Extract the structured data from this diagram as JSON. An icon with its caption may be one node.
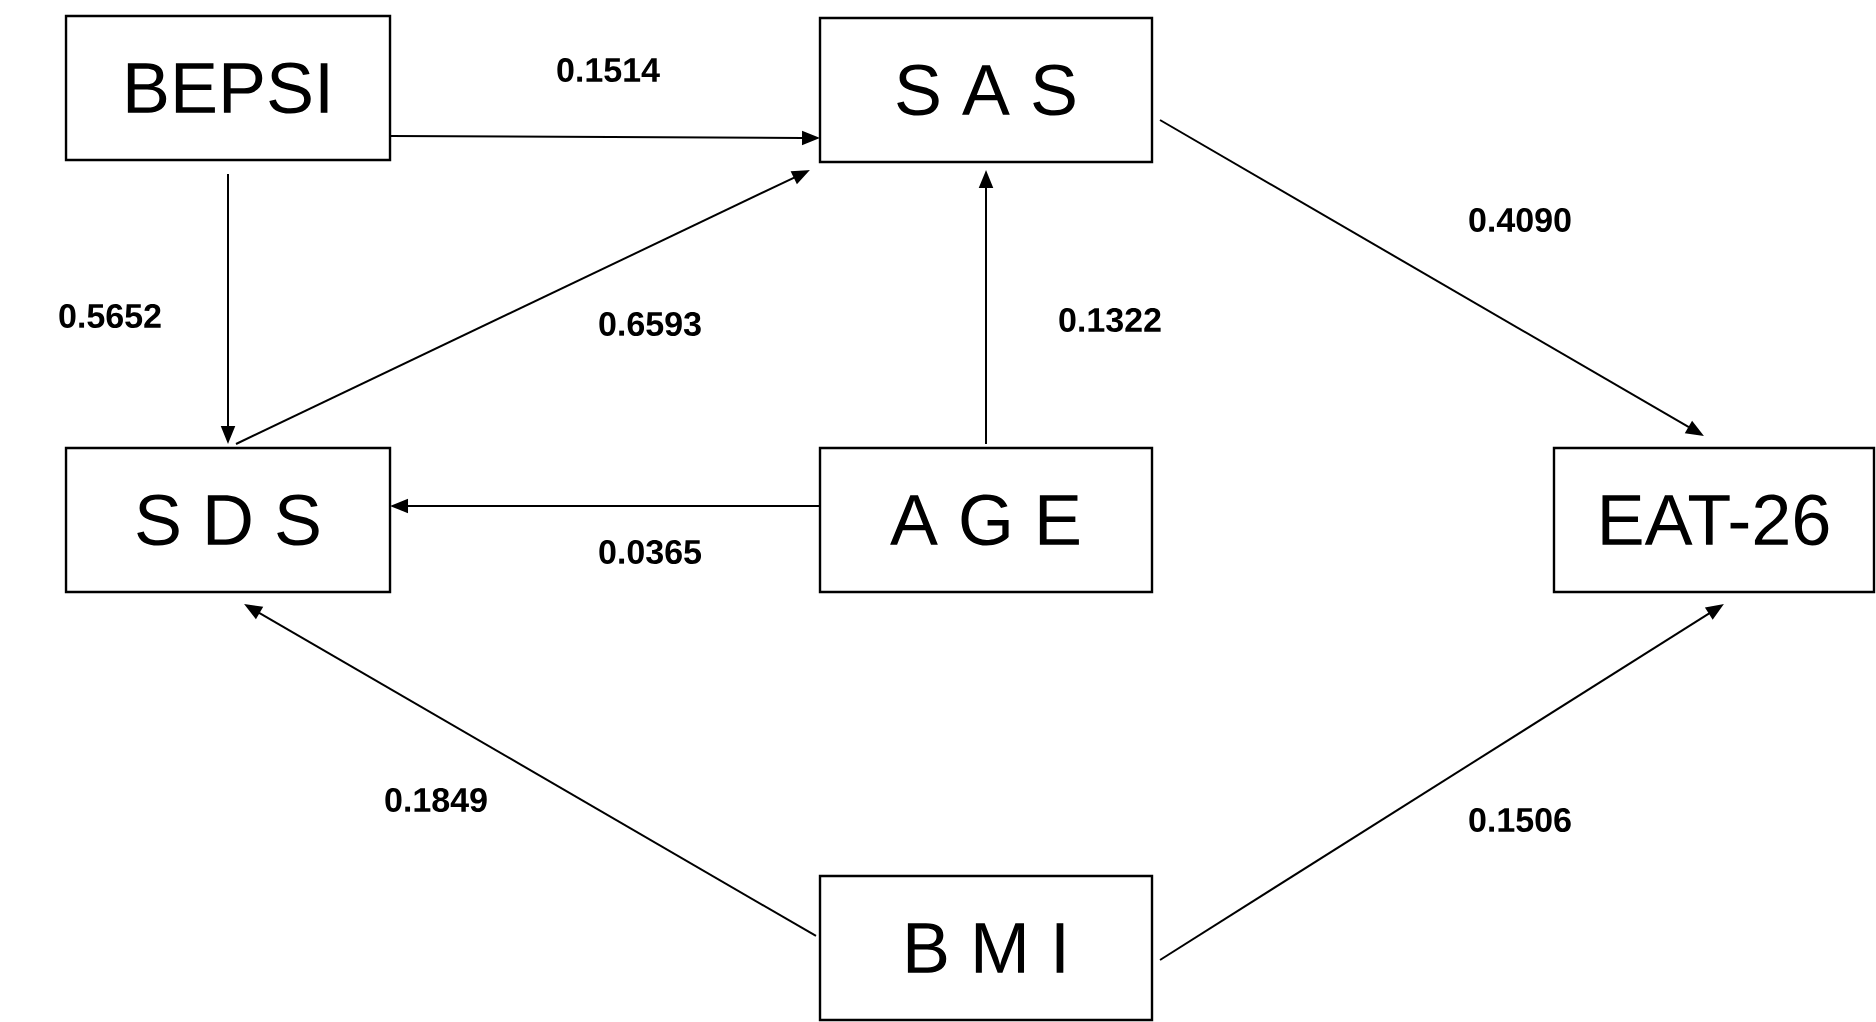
{
  "diagram": {
    "nodes": [
      {
        "text": [
          "BEPSI"
        ]
      },
      {
        "text": [
          "S A S"
        ]
      },
      {
        "text": [
          "S D S"
        ]
      },
      {
        "text": [
          "A G E"
        ]
      },
      {
        "text": [
          "EAT-26"
        ]
      },
      {
        "text": [
          "B M I"
        ]
      }
    ],
    "edges": [
      {
        "from": 0,
        "to": 1,
        "arrow": "to",
        "label": "0.1514"
      },
      {
        "from": 0,
        "to": 2,
        "arrow": "to",
        "label": "0.5652"
      },
      {
        "from": 2,
        "to": 1,
        "arrow": "to",
        "label": "0.6593"
      },
      {
        "from": 3,
        "to": 1,
        "arrow": "to",
        "label": "0.1322"
      },
      {
        "from": 3,
        "to": 2,
        "arrow": "to",
        "label": "0.0365"
      },
      {
        "from": 1,
        "to": 4,
        "arrow": "to",
        "label": "0.4090"
      },
      {
        "from": 5,
        "to": 2,
        "arrow": "to",
        "label": "0.1849"
      },
      {
        "from": 5,
        "to": 4,
        "arrow": "to",
        "label": "0.1506"
      }
    ]
  }
}
